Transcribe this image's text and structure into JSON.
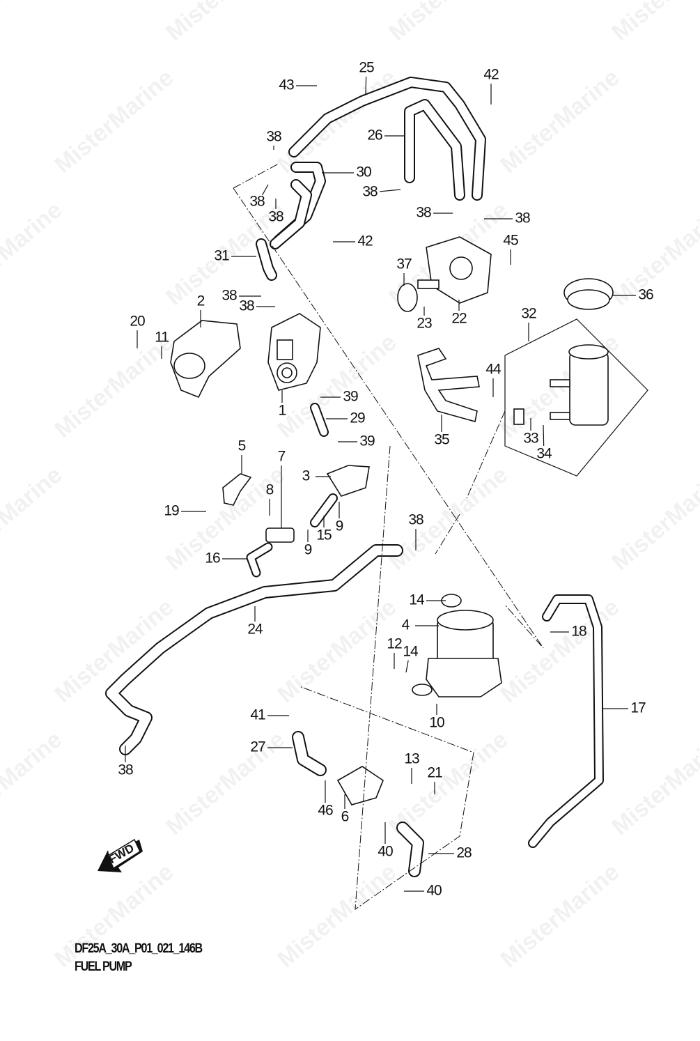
{
  "diagram": {
    "code": "DF25A_30A_P01_021_146B",
    "title": "FUEL PUMP",
    "fwd_label": "FWD",
    "watermark": "MisterMarine",
    "callouts": [
      "25",
      "43",
      "42",
      "26",
      "38",
      "30",
      "38",
      "38",
      "38",
      "38",
      "38",
      "42",
      "45",
      "31",
      "37",
      "36",
      "38",
      "38",
      "2",
      "20",
      "11",
      "23",
      "22",
      "32",
      "44",
      "39",
      "1",
      "29",
      "35",
      "39",
      "5",
      "7",
      "33",
      "34",
      "3",
      "8",
      "19",
      "9",
      "15",
      "9",
      "38",
      "16",
      "14",
      "24",
      "4",
      "18",
      "12",
      "14",
      "17",
      "41",
      "10",
      "27",
      "13",
      "21",
      "38",
      "46",
      "6",
      "40",
      "28",
      "40"
    ]
  }
}
